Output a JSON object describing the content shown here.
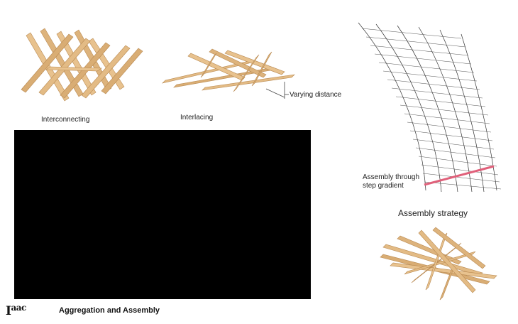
{
  "captions": {
    "interconnecting": "Interconnecting",
    "interlacing": "Interlacing",
    "varying_distance": "Varying distance",
    "assembly_through": "Assembly through",
    "step_gradient": "step gradient",
    "assembly_strategy": "Assembly strategy"
  },
  "footer": {
    "logo_main": "I",
    "logo_sup": "aac",
    "title": "Aggregation and Assembly"
  },
  "colors": {
    "wood_light": "#e8c28e",
    "wood_dark": "#c99a5e",
    "video_bg": "#000000",
    "gradient_line": "#e0607a"
  },
  "icons": {
    "video": "blank-video-frame"
  }
}
